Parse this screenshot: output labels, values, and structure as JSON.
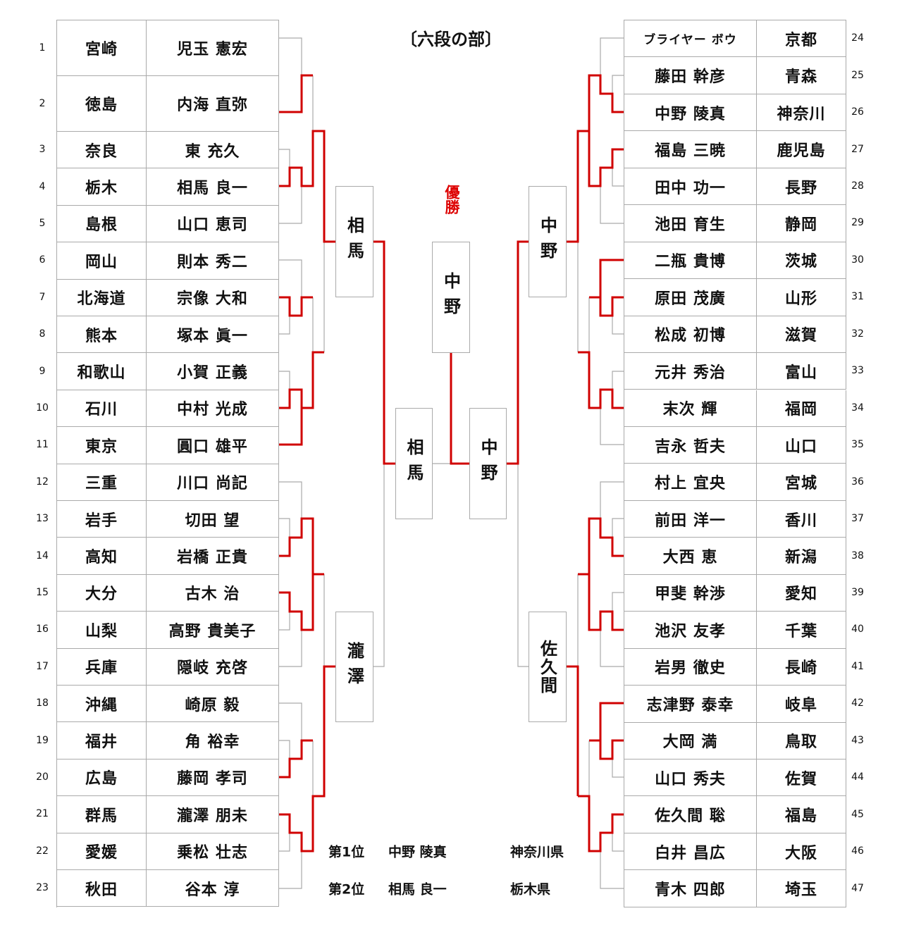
{
  "title": "〔六段の部〕",
  "champion_label": "優勝",
  "colors": {
    "winner_line": "#d00000",
    "line": "#aaaaaa"
  },
  "left": [
    {
      "no": "1",
      "pref": "宮崎",
      "name": "児玉 憲宏"
    },
    {
      "no": "2",
      "pref": "徳島",
      "name": "内海 直弥"
    },
    {
      "no": "3",
      "pref": "奈良",
      "name": "東 充久"
    },
    {
      "no": "4",
      "pref": "栃木",
      "name": "相馬 良一"
    },
    {
      "no": "5",
      "pref": "島根",
      "name": "山口 恵司"
    },
    {
      "no": "6",
      "pref": "岡山",
      "name": "則本 秀二"
    },
    {
      "no": "7",
      "pref": "北海道",
      "name": "宗像 大和"
    },
    {
      "no": "8",
      "pref": "熊本",
      "name": "塚本 眞一"
    },
    {
      "no": "9",
      "pref": "和歌山",
      "name": "小賀 正義"
    },
    {
      "no": "10",
      "pref": "石川",
      "name": "中村 光成"
    },
    {
      "no": "11",
      "pref": "東京",
      "name": "圓口 雄平"
    },
    {
      "no": "12",
      "pref": "三重",
      "name": "川口 尚記"
    },
    {
      "no": "13",
      "pref": "岩手",
      "name": "切田 望"
    },
    {
      "no": "14",
      "pref": "高知",
      "name": "岩橋 正貴"
    },
    {
      "no": "15",
      "pref": "大分",
      "name": "古木 治"
    },
    {
      "no": "16",
      "pref": "山梨",
      "name": "高野 貴美子"
    },
    {
      "no": "17",
      "pref": "兵庫",
      "name": "隠岐 充啓"
    },
    {
      "no": "18",
      "pref": "沖縄",
      "name": "崎原 毅"
    },
    {
      "no": "19",
      "pref": "福井",
      "name": "角 裕幸"
    },
    {
      "no": "20",
      "pref": "広島",
      "name": "藤岡 孝司"
    },
    {
      "no": "21",
      "pref": "群馬",
      "name": "瀧澤 朋未"
    },
    {
      "no": "22",
      "pref": "愛媛",
      "name": "乗松 壮志"
    },
    {
      "no": "23",
      "pref": "秋田",
      "name": "谷本 淳"
    }
  ],
  "right": [
    {
      "no": "24",
      "name": "ブライヤー ボウ",
      "pref": "京都"
    },
    {
      "no": "25",
      "name": "藤田 幹彦",
      "pref": "青森"
    },
    {
      "no": "26",
      "name": "中野 陵真",
      "pref": "神奈川"
    },
    {
      "no": "27",
      "name": "福島 三暁",
      "pref": "鹿児島"
    },
    {
      "no": "28",
      "name": "田中 功一",
      "pref": "長野"
    },
    {
      "no": "29",
      "name": "池田 育生",
      "pref": "静岡"
    },
    {
      "no": "30",
      "name": "二瓶 貴博",
      "pref": "茨城"
    },
    {
      "no": "31",
      "name": "原田 茂廣",
      "pref": "山形"
    },
    {
      "no": "32",
      "name": "松成 初博",
      "pref": "滋賀"
    },
    {
      "no": "33",
      "name": "元井 秀治",
      "pref": "富山"
    },
    {
      "no": "34",
      "name": "末次 輝",
      "pref": "福岡"
    },
    {
      "no": "35",
      "name": "吉永 哲夫",
      "pref": "山口"
    },
    {
      "no": "36",
      "name": "村上 宜央",
      "pref": "宮城"
    },
    {
      "no": "37",
      "name": "前田 洋一",
      "pref": "香川"
    },
    {
      "no": "38",
      "name": "大西 恵",
      "pref": "新潟"
    },
    {
      "no": "39",
      "name": "甲斐 幹渉",
      "pref": "愛知"
    },
    {
      "no": "40",
      "name": "池沢 友孝",
      "pref": "千葉"
    },
    {
      "no": "41",
      "name": "岩男 徹史",
      "pref": "長崎"
    },
    {
      "no": "42",
      "name": "志津野 泰幸",
      "pref": "岐阜"
    },
    {
      "no": "43",
      "name": "大岡 満",
      "pref": "鳥取"
    },
    {
      "no": "44",
      "name": "山口 秀夫",
      "pref": "佐賀"
    },
    {
      "no": "45",
      "name": "佐久間 聡",
      "pref": "福島"
    },
    {
      "no": "46",
      "name": "白井 昌広",
      "pref": "大阪"
    },
    {
      "no": "47",
      "name": "青木 四郎",
      "pref": "埼玉"
    }
  ],
  "bracket": {
    "left_top_winner": "相馬",
    "left_bottom_winner": "瀧澤",
    "right_top_winner": "中野",
    "right_bottom_winner": "佐久間",
    "left_finalist": "相馬",
    "right_finalist": "中野",
    "champion": "中野"
  },
  "results": [
    {
      "rank": "第1位",
      "name": "中野 陵真",
      "pref": "神奈川県"
    },
    {
      "rank": "第2位",
      "name": "相馬 良一",
      "pref": "栃木県"
    }
  ]
}
